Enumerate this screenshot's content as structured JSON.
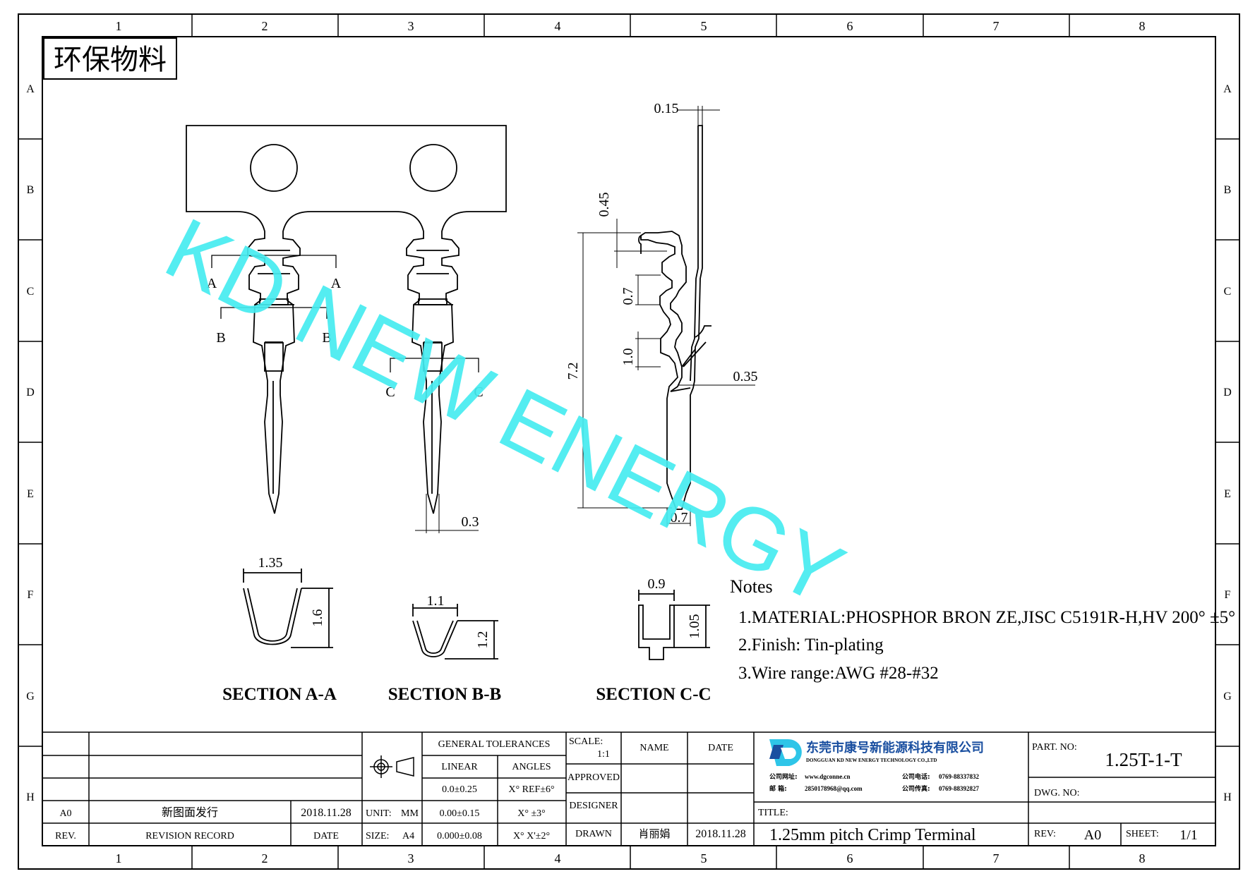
{
  "border": {
    "columns": [
      "1",
      "2",
      "3",
      "4",
      "5",
      "6",
      "7",
      "8"
    ],
    "rows": [
      "A",
      "B",
      "C",
      "D",
      "E",
      "F",
      "G",
      "H"
    ]
  },
  "stamp": "环保物料",
  "watermark": "KD NEW ENERGY",
  "dims": {
    "top_thick": "0.15",
    "d045": "0.45",
    "d07": "0.7",
    "d10": "1.0",
    "d72": "7.2",
    "d035": "0.35",
    "d07b": "0.7",
    "d03": "0.3",
    "d135": "1.35",
    "d16": "1.6",
    "d11": "1.1",
    "d12": "1.2",
    "d09": "0.9",
    "d105": "1.05"
  },
  "section_marks": {
    "a": "A",
    "b": "B",
    "c": "C"
  },
  "sections": [
    "SECTION A-A",
    "SECTION B-B",
    "SECTION C-C"
  ],
  "notes": {
    "title": "Notes",
    "items": [
      "1.MATERIAL:PHOSPHOR BRON ZE,JISC C5191R-H,HV 200° ±5°",
      "2.Finish: Tin-plating",
      "3.Wire range:AWG #28-#32"
    ]
  },
  "title_block": {
    "rev_row": {
      "rev": "A0",
      "record": "新图面发行",
      "date": "2018.11.28"
    },
    "rev_header": {
      "rev": "REV.",
      "record": "REVISION RECORD",
      "date": "DATE"
    },
    "general_tolerances": "GENERAL TOLERANCES",
    "linear": "LINEAR",
    "angles": "ANGLES",
    "tol_rows": [
      {
        "linear": "0.0±0.25",
        "angle": "X° REF±6°"
      },
      {
        "linear": "0.00±0.15",
        "angle": "X° ±3°"
      },
      {
        "linear": "0.000±0.08",
        "angle": "X° X'±2°"
      }
    ],
    "unit_label": "UNIT:",
    "unit": "MM",
    "size_label": "SIZE:",
    "size": "A4",
    "scale_label": "SCALE:",
    "scale": "1:1",
    "name_h": "NAME",
    "date_h": "DATE",
    "approved": "APPROVED",
    "designer": "DESIGNER",
    "drawn": "DRAWN",
    "drawn_name": "肖丽娟",
    "drawn_date": "2018.11.28",
    "company_cn": "东莞市康号新能源科技有限公司",
    "company_en": "DONGGUAN KD NEW ENERGY TECHNOLOGY CO.,LTD",
    "site_label": "公司网址:",
    "site": "www.dgconne.cn",
    "phone_label": "公司电话:",
    "phone": "0769-88337832",
    "mail_label": "邮    箱:",
    "mail": "2850178968@qq.com",
    "fax_label": "公司传真:",
    "fax": "0769-88392827",
    "title_label": "TITLE:",
    "title": "1.25mm pitch Crimp Terminal",
    "part_label": "PART. NO:",
    "part": "1.25T-1-T",
    "dwg_label": "DWG. NO:",
    "rev_label": "REV:",
    "rev": "A0",
    "sheet_label": "SHEET:",
    "sheet": "1/1"
  },
  "colors": {
    "watermark": "#45ecf0",
    "logo_blue": "#1a4fa0",
    "logo_cyan": "#2ec5e8"
  }
}
